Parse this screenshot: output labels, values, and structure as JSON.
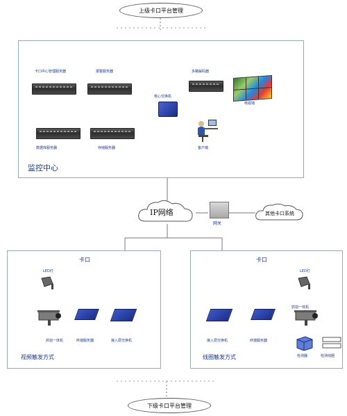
{
  "top": {
    "label": "上级卡口平台管理"
  },
  "bottom": {
    "label": "下级卡口平台管理"
  },
  "center": {
    "title": "监控中心",
    "items": {
      "mgmt_server": "卡口中心管理服务器",
      "alarm_server": "报警服务器",
      "decoder": "多路解码器",
      "core_switch": "核心交换机",
      "tv_wall": "电视墙",
      "db_server": "数据库服务器",
      "storage_server": "存储服务器",
      "client": "客户端"
    }
  },
  "network": {
    "ip": "IP网络",
    "gateway": "网关",
    "other": "其他卡口系统"
  },
  "left": {
    "title": "卡口",
    "led": "LED灯",
    "camera": "抓拍一体机",
    "terminal": "终端服务器",
    "switch": "接入层交换机",
    "mode": "视频触发方式"
  },
  "right": {
    "title": "卡口",
    "led": "LED灯",
    "camera": "抓拍一体机",
    "switch": "接入层交换机",
    "terminal": "终端服务器",
    "detector": "检测器",
    "coil": "检测线圈",
    "mode": "线圈触发方式"
  }
}
